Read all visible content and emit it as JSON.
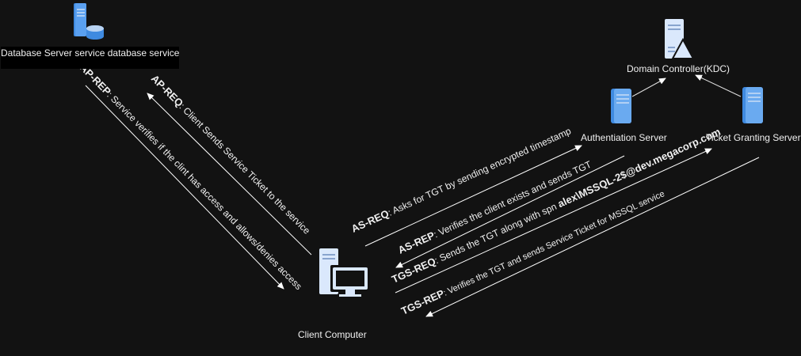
{
  "colors": {
    "background": "#121212",
    "arrow": "#ffffff",
    "server_blue": "#3f8ae0",
    "server_light": "#c9ddf5",
    "client_icon": "#dae8fc",
    "label_text": "#f0f0f0"
  },
  "nodes": {
    "database_server": {
      "label": "Database Server service database service",
      "icon": "database-server-icon"
    },
    "domain_controller": {
      "label": "Domain Controller(KDC)",
      "icon": "domain-controller-icon"
    },
    "authentication_server": {
      "label": "Authentiation Server",
      "icon": "server-tower-icon"
    },
    "ticket_granting_server": {
      "label": "Ticket Granting Server",
      "icon": "server-tower-icon"
    },
    "client_computer": {
      "label": "Client Computer",
      "icon": "client-computer-icon"
    }
  },
  "messages": {
    "ap_req": {
      "keyword": "AP-REQ",
      "text": ": Client Sends Service Ticket to the service"
    },
    "ap_rep": {
      "keyword": "AP-REP",
      "text": ": Service verifies if the clint has access and allows/denies access"
    },
    "as_req": {
      "keyword": "AS-REQ",
      "text": ": Asks for TGT by sending encrypted timestamp"
    },
    "as_rep": {
      "keyword": "AS-REP",
      "text": ": Verifies the client exists and sends TGT"
    },
    "tgs_req": {
      "keyword": "TGS-REQ",
      "text": ": Sends the TGT along with spn ",
      "spn": "alex\\MSSQL-2$@dev.megacorp.com"
    },
    "tgs_rep": {
      "keyword": "TGS-REP",
      "text": ": Verifies the TGT and sends Service Ticket for MSSQL service"
    }
  }
}
